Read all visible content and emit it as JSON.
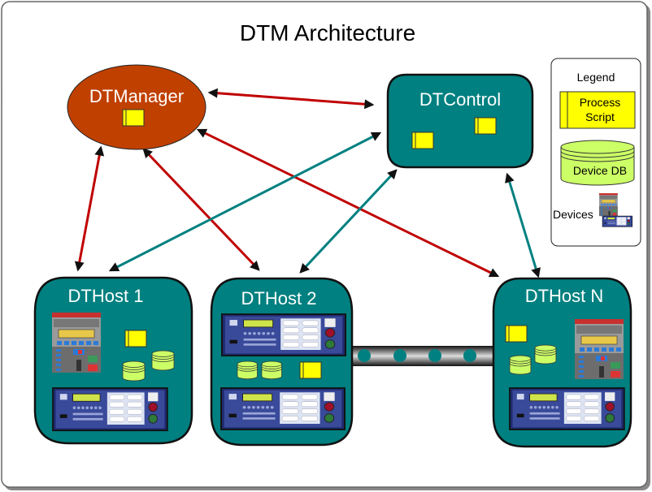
{
  "title": "DTM Architecture",
  "nodes": {
    "manager": {
      "label": "DTManager"
    },
    "control": {
      "label": "DTControl"
    },
    "host1": {
      "label": "DTHost 1"
    },
    "host2": {
      "label": "DTHost 2"
    },
    "hostN": {
      "label": "DTHost N"
    }
  },
  "legend": {
    "title": "Legend",
    "process_script": {
      "line1": "Process",
      "line2": "Script"
    },
    "device_db": "Device DB",
    "devices": "Devices"
  },
  "colors": {
    "manager_fill": "#C04000",
    "node_fill": "#008080",
    "script_fill": "#FFFF00",
    "db_fill": "#CCFF66",
    "manager_link": "#C00000",
    "control_link": "#008080",
    "bus": "#222222"
  },
  "connections": [
    {
      "from": "DTManager",
      "to": "DTControl",
      "type": "manager_link"
    },
    {
      "from": "DTManager",
      "to": "DTHost 1",
      "type": "manager_link"
    },
    {
      "from": "DTManager",
      "to": "DTHost 2",
      "type": "manager_link"
    },
    {
      "from": "DTManager",
      "to": "DTHost N",
      "type": "manager_link"
    },
    {
      "from": "DTControl",
      "to": "DTHost 1",
      "type": "control_link"
    },
    {
      "from": "DTControl",
      "to": "DTHost 2",
      "type": "control_link"
    },
    {
      "from": "DTControl",
      "to": "DTHost N",
      "type": "control_link"
    },
    {
      "from": "DTHost 2",
      "to": "DTHost N",
      "type": "bus"
    }
  ]
}
